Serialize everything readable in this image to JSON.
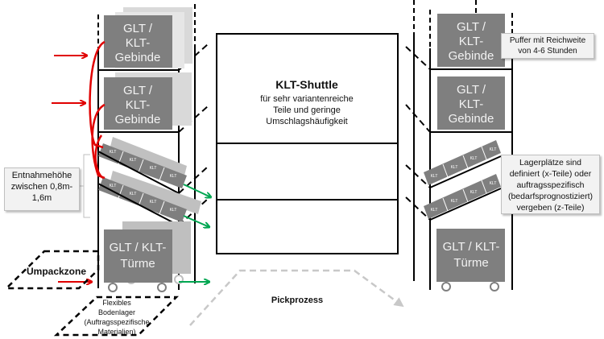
{
  "left_rack": {
    "bins": [
      {
        "label_lines": [
          "GLT /",
          "KLT-",
          "Gebinde"
        ]
      },
      {
        "label_lines": [
          "GLT /",
          "KLT-",
          "Gebinde"
        ]
      }
    ],
    "towers": {
      "label_lines": [
        "GLT / KLT-",
        "Türme"
      ]
    },
    "klt_label": "KLT"
  },
  "right_rack": {
    "bins": [
      {
        "label_lines": [
          "GLT /",
          "KLT-",
          "Gebinde"
        ]
      },
      {
        "label_lines": [
          "GLT /",
          "KLT-",
          "Gebinde"
        ]
      }
    ],
    "towers": {
      "label_lines": [
        "GLT / KLT-",
        "Türme"
      ]
    },
    "klt_label": "KLT"
  },
  "shuttle": {
    "title": "KLT-Shuttle",
    "desc_lines": [
      "für sehr variantenreiche",
      "Teile und geringe",
      "Umschlagshäufigkeit"
    ]
  },
  "callouts": {
    "entnahme": [
      "Entnahmehöhe",
      "zwischen 0,8m-",
      "1,6m"
    ],
    "puffer": [
      "Puffer mit Reichweite",
      "von 4-6 Stunden"
    ],
    "lagerplaetze": [
      "Lagerplätze sind",
      "definiert (x-Teile) oder",
      "auftragsspezifisch",
      "(bedarfsprognostiziert)",
      "vergeben (z-Teile)"
    ]
  },
  "zones": {
    "umpackzone": "Umpackzone",
    "bodenlager": [
      "Flexibles",
      "Bodenlager",
      "(Auftragsspezifische",
      "Materialien)"
    ],
    "pickprozess": "Pickprozess"
  },
  "colors": {
    "box_dark": "#7f7f7f",
    "box_light": "#d9d9d9",
    "inflow_arrow": "#e00000",
    "outflow_arrow": "#00a651",
    "pick_path": "#c8c8c8",
    "line": "#000000"
  }
}
